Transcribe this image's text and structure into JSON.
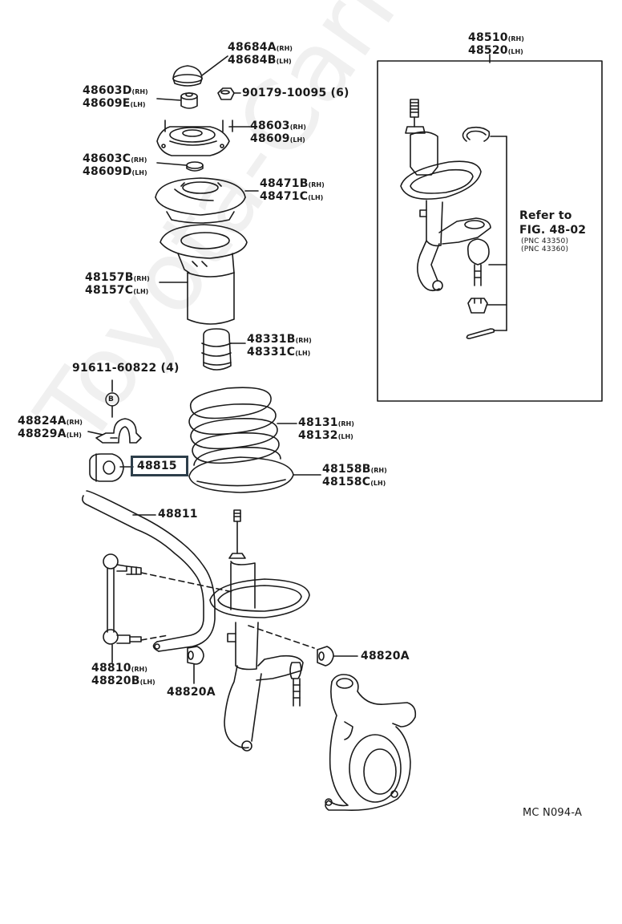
{
  "watermark": "Toyota-CarMine.ru",
  "diagram_code": "MC N094-A",
  "inset": {
    "assembly_rh": "48510",
    "assembly_lh": "48520",
    "refer_line1": "Refer to",
    "refer_line2": "FIG. 48-02",
    "pnc1": "(PNC 43350)",
    "pnc2": "(PNC 43360)"
  },
  "suffix": {
    "rh": "(RH)",
    "lh": "(LH)"
  },
  "parts": {
    "cap_rh": "48684A",
    "cap_lh": "48684B",
    "bushing_rh": "48603D",
    "bushing_lh": "48609E",
    "nut": "90179-10095 (6)",
    "mount_rh": "48603",
    "mount_lh": "48609",
    "collar_rh": "48603C",
    "collar_lh": "48609D",
    "seat_rh": "48471B",
    "seat_lh": "48471C",
    "boot_rh": "48157B",
    "boot_lh": "48157C",
    "bumper_rh": "48331B",
    "bumper_lh": "48331C",
    "bolt": "91611-60822 (4)",
    "bolt_marker": "B",
    "bracket_rh": "48824A",
    "bracket_lh": "48829A",
    "spring_rh": "48131",
    "spring_lh": "48132",
    "stab_bushing": "48815",
    "insulator_rh": "48158B",
    "insulator_lh": "48158C",
    "stabilizer_bar": "48811",
    "link_rh": "48810",
    "link_lh": "48820B",
    "link_nut_right": "48820A",
    "link_nut_left": "48820A"
  }
}
